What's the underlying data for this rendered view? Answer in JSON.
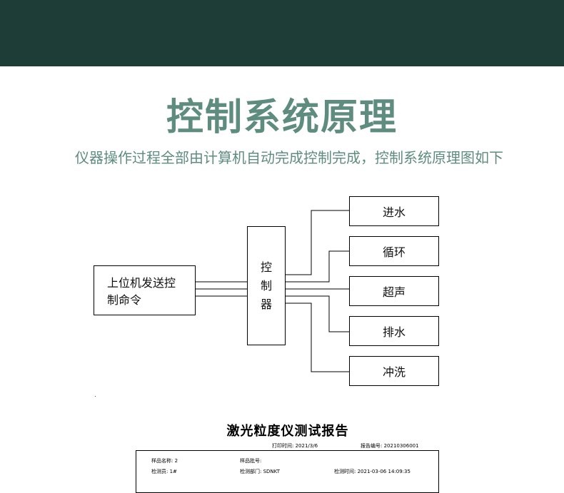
{
  "header": {
    "title": "控制系统原理",
    "subtitle": "仪器操作过程全部由计算机自动完成控制完成，控制系统原理图如下"
  },
  "diagram": {
    "host": {
      "line1": "上位机发送控",
      "line2": "制命令"
    },
    "controller": {
      "chars": [
        "控",
        "制",
        "器"
      ]
    },
    "outputs": [
      "进水",
      "循环",
      "超声",
      "排水",
      "冲洗"
    ]
  },
  "report": {
    "title": "激光粒度仪测试报告",
    "print_time": "打印时间: 2021/3/6",
    "report_no": "报告编号: 20210306001",
    "fields": {
      "sample_name": "样品名称:  2",
      "sample_batch": "样品批号:",
      "inspector": "检测员:  1#",
      "department": "检测部门:  SDNKT",
      "test_time": "检测时间:  2021-03-06 14:09:35"
    }
  }
}
